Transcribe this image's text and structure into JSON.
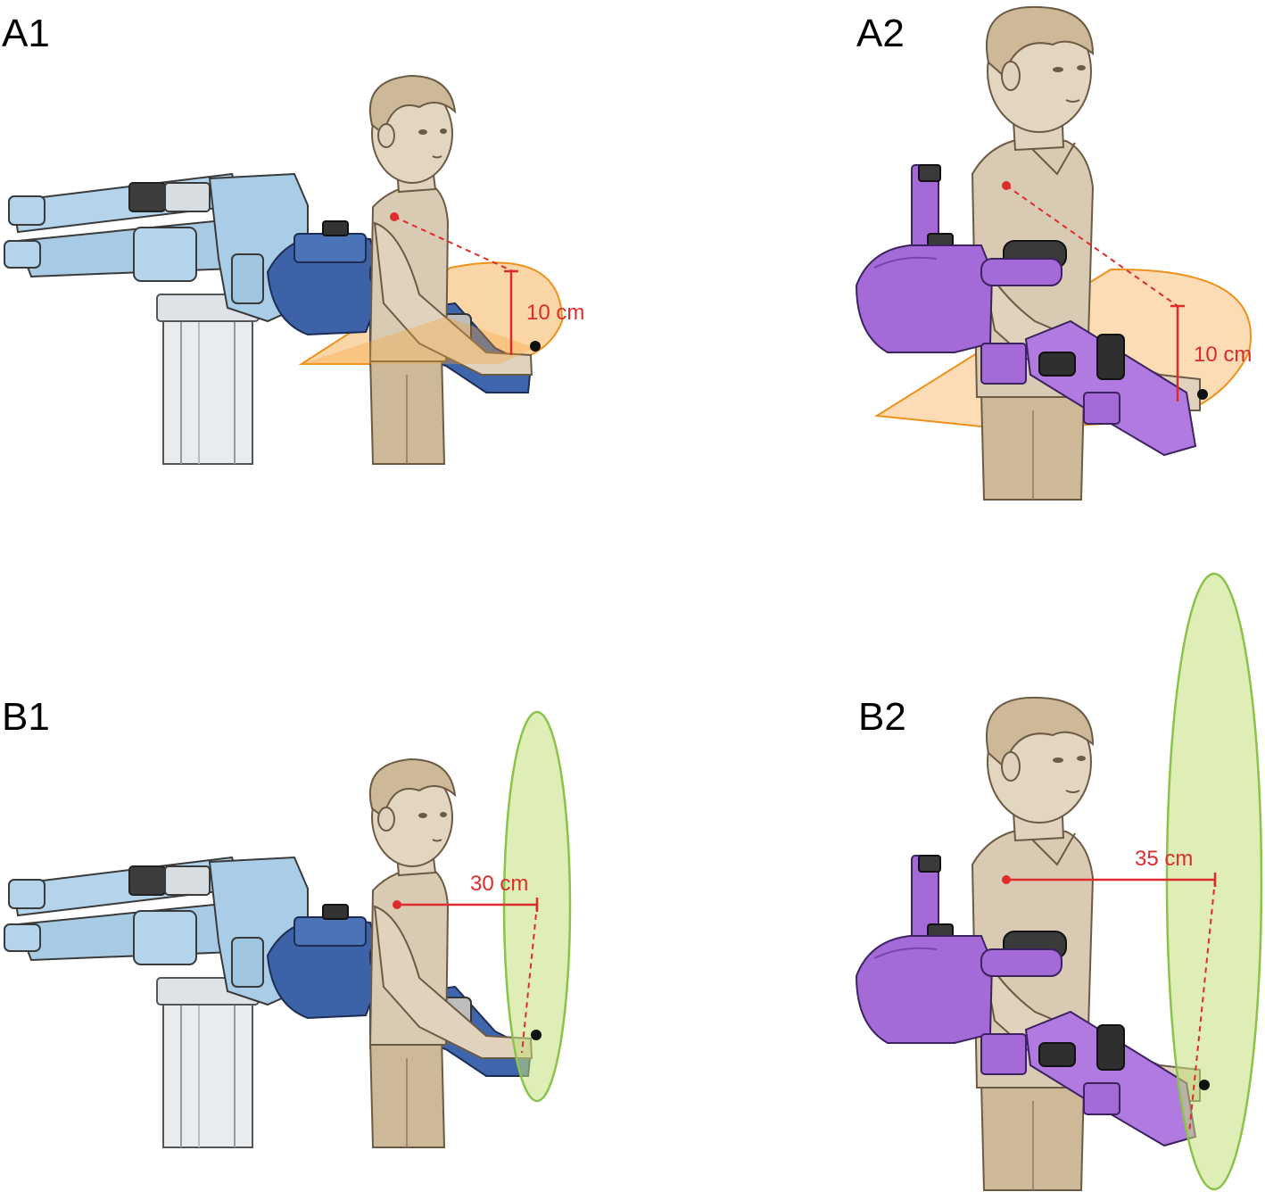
{
  "panels": [
    {
      "label": "A1",
      "measurement": "10 cm",
      "device": "grounded-exoskeleton",
      "workspace": "horizontal-ellipse"
    },
    {
      "label": "A2",
      "measurement": "10 cm",
      "device": "wearable-exoskeleton",
      "workspace": "horizontal-ellipse"
    },
    {
      "label": "B1",
      "measurement": "30 cm",
      "device": "grounded-exoskeleton",
      "workspace": "vertical-ellipse"
    },
    {
      "label": "B2",
      "measurement": "35 cm",
      "device": "wearable-exoskeleton",
      "workspace": "vertical-ellipse"
    }
  ],
  "colors": {
    "annotation_red": "#dd2c2c",
    "horizontal_workspace": "#f4a33a",
    "vertical_workspace": "#c3e07a",
    "grounded_robot_light": "#b3d4ea",
    "grounded_robot_dark": "#3c62a8",
    "wearable_robot": "#a36ad8",
    "skin": "#e0d2bc",
    "clothing": "#cdb898",
    "stand": "#e9ecef",
    "outline": "#3a3a3a"
  }
}
